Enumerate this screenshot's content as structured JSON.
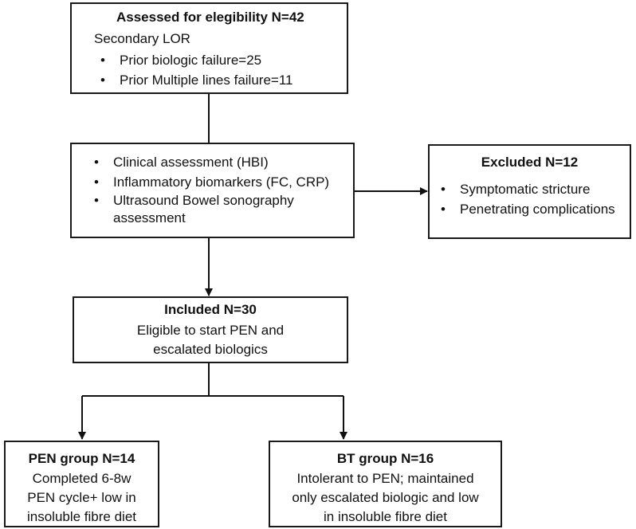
{
  "assessed": {
    "title": "Assessed for elegibility N=42",
    "subtitle": "Secondary  LOR",
    "items": [
      "Prior biologic failure=25",
      "Prior Multiple lines failure=11"
    ]
  },
  "assessment": {
    "items": [
      "Clinical assessment (HBI)",
      "Inflammatory biomarkers  (FC, CRP)",
      "Ultrasound  Bowel sonography assessment"
    ]
  },
  "excluded": {
    "title": "Excluded N=12",
    "items": [
      "Symptomatic  stricture",
      "Penetrating complications"
    ]
  },
  "included": {
    "title": "Included N=30",
    "line1": "Eligible to start PEN and",
    "line2": "escalated biologics"
  },
  "pen": {
    "title": "PEN group N=14",
    "line1": "Completed  6-8w",
    "line2": "PEN cycle+ low in",
    "line3": "insoluble fibre diet"
  },
  "bt": {
    "title": "BT group N=16",
    "line1": "Intolerant to PEN; maintained",
    "line2": "only escalated biologic and low",
    "line3": "in insoluble fibre diet"
  }
}
